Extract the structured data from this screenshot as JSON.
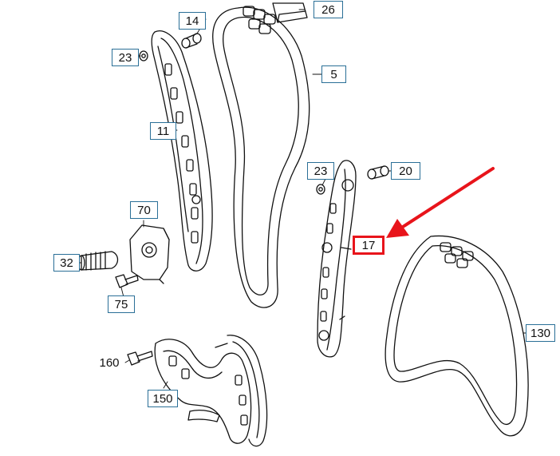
{
  "callouts": {
    "c14": "14",
    "c26": "26",
    "c23a": "23",
    "c5": "5",
    "c11": "11",
    "c23b": "23",
    "c20": "20",
    "c70": "70",
    "c17": "17",
    "c32": "32",
    "c75": "75",
    "c130": "130",
    "c160": "160",
    "c150": "150"
  },
  "colors": {
    "line": "#111111",
    "callout_border": "#2a6f97",
    "highlight": "#e8141b"
  },
  "highlighted_part": "17"
}
